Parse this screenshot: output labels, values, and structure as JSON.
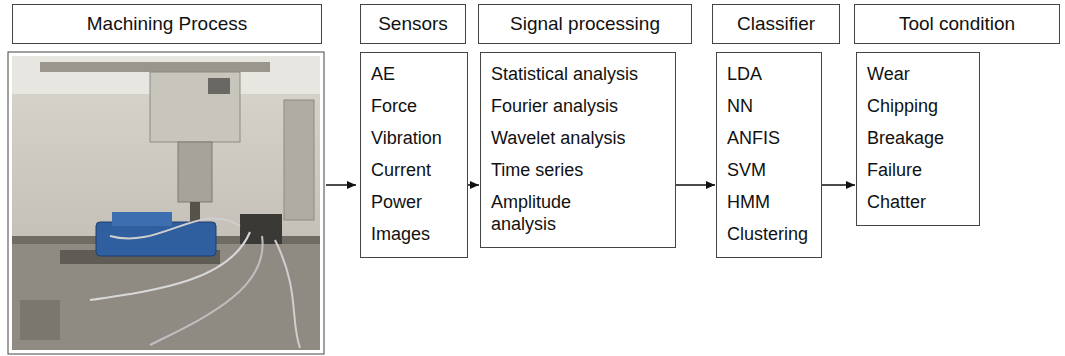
{
  "diagram": {
    "nodes": [
      {
        "text": [
          "Machining Process"
        ]
      },
      {
        "text": [
          "Sensors"
        ]
      },
      {
        "text": [
          "Signal processing"
        ]
      },
      {
        "text": [
          "Classifier"
        ]
      },
      {
        "text": [
          "Tool condition"
        ]
      },
      {
        "text": [
          "AE",
          "Force",
          "Vibration",
          "Current",
          "Power",
          "Images"
        ]
      },
      {
        "text": [
          "Statistical analysis",
          "Fourier analysis",
          "Wavelet analysis",
          "Time series",
          "Amplitude analysis"
        ]
      },
      {
        "text": [
          "LDA",
          "NN",
          "ANFIS",
          "SVM",
          "HMM",
          "Clustering"
        ]
      },
      {
        "text": [
          "Wear",
          "Chipping",
          "Breakage",
          "Failure",
          "Chatter"
        ]
      }
    ],
    "edges": [
      {
        "from": 5,
        "to": 6,
        "arrow": "to"
      },
      {
        "from": 6,
        "to": 7,
        "arrow": "to"
      },
      {
        "from": 7,
        "to": 8,
        "arrow": "to"
      }
    ]
  }
}
